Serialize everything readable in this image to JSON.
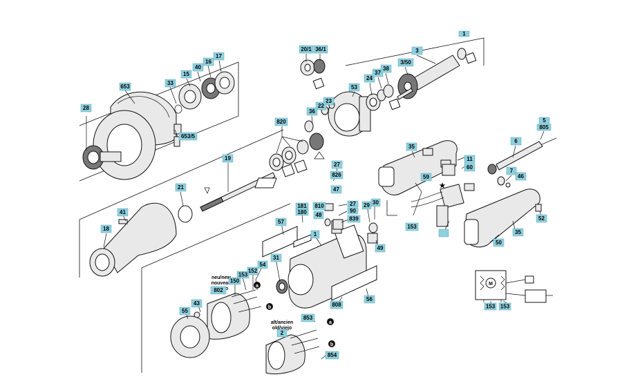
{
  "labels": {
    "p3": "3",
    "p350": "3/50",
    "p1": "1",
    "p1b": "1",
    "p2": "2",
    "p5": "5",
    "p805": "805",
    "p6": "6",
    "p7": "7",
    "p11": "11",
    "p60": "60",
    "p15": "15",
    "p16": "16",
    "p17": "17",
    "p18": "18",
    "p19": "19",
    "p20": "20/1",
    "p36_1": "36/1",
    "p21": "21",
    "p22": "22",
    "p23": "23",
    "p24": "24",
    "p27a": "27",
    "p27b": "27",
    "p28": "28",
    "p29": "29",
    "p30": "30",
    "p31": "31",
    "p33": "33",
    "p35a": "35",
    "p35b": "35",
    "p36": "36",
    "p37": "37",
    "p38": "38",
    "p40": "40",
    "p41": "41",
    "p43": "43",
    "p46": "46",
    "p47": "47",
    "p48": "48",
    "p49": "49",
    "p50": "50",
    "p52": "52",
    "p53": "53",
    "p54": "54",
    "p55": "55",
    "p56": "56",
    "p57": "57",
    "p59": "59",
    "p90": "90",
    "p150": "150",
    "p152": "152",
    "p153a": "153",
    "p153b": "153",
    "p153c": "153",
    "p153d": "153",
    "p180": "180",
    "p181": "181",
    "p653": "653",
    "p653_5": "653/5",
    "p802": "802",
    "p808": "808",
    "p810": "810",
    "p820": "820",
    "p826": "826",
    "p839": "839",
    "p853": "853",
    "p854": "854"
  },
  "notes": {
    "new_1": "neu/new",
    "new_2": "nouveau",
    "new_3": "nuevo",
    "old_1": "alt/ancien",
    "old_2": "old/viejo",
    "marker_a": "a",
    "marker_b": "b",
    "switch_star": "★"
  },
  "colors": {
    "label_fill": "#8fd0de",
    "line": "#111111",
    "part_fill": "#e9e9e9"
  }
}
